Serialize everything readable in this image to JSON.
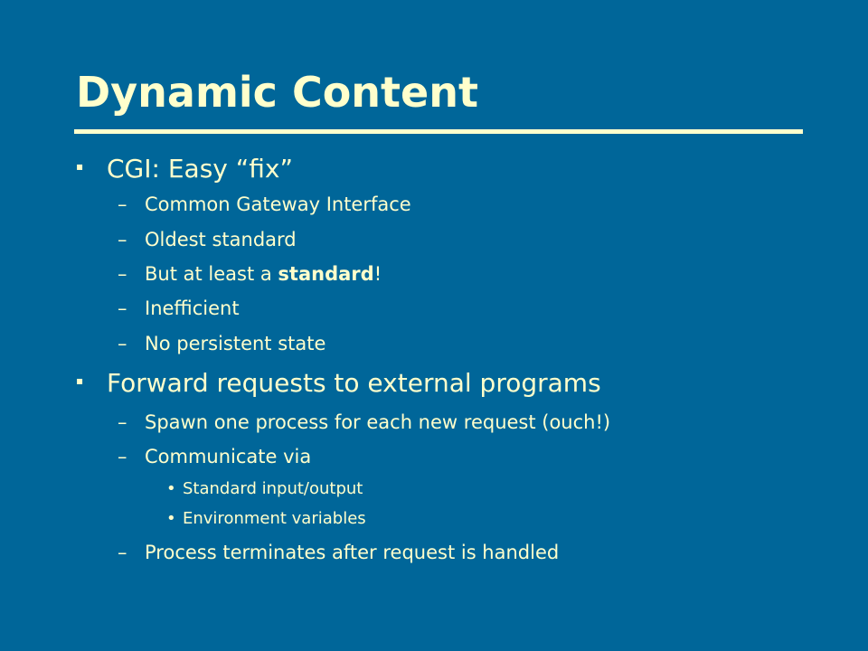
{
  "slide": {
    "title": "Dynamic Content",
    "bullets": [
      {
        "text": "CGI: Easy “fix”",
        "sub": [
          {
            "text": "Common Gateway Interface"
          },
          {
            "text": "Oldest standard"
          },
          {
            "pre": "But at least a ",
            "bold": "standard",
            "post": "!"
          },
          {
            "text": "Inefficient"
          },
          {
            "text": "No persistent state"
          }
        ]
      },
      {
        "text": "Forward requests to external programs",
        "sub": [
          {
            "text": "Spawn one process for each new request (ouch!)"
          },
          {
            "text": "Communicate via",
            "sub": [
              {
                "text": "Standard input/output"
              },
              {
                "text": "Environment variables"
              }
            ]
          },
          {
            "text": "Process terminates after request is handled"
          }
        ]
      }
    ],
    "glyphs": {
      "level1": "▪",
      "level2": "–",
      "level3": "•"
    },
    "colors": {
      "background": "#006699",
      "text": "#ffffcc"
    }
  }
}
